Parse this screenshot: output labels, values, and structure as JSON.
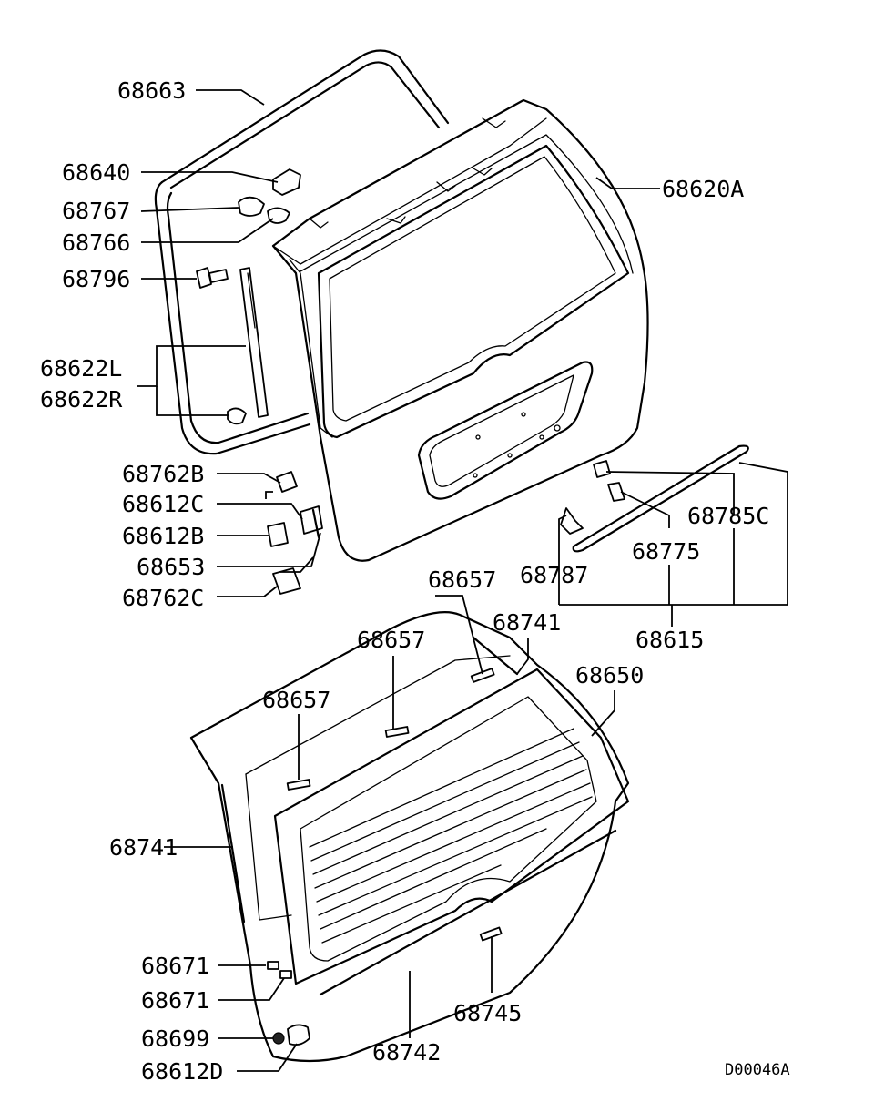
{
  "diagram_code": "D00046A",
  "parts": {
    "p68663": "68663",
    "p68640": "68640",
    "p68767": "68767",
    "p68766": "68766",
    "p68796": "68796",
    "p68622L": "68622L",
    "p68622R": "68622R",
    "p68620A": "68620A",
    "p68762B": "68762B",
    "p68612C": "68612C",
    "p68612B": "68612B",
    "p68653": "68653",
    "p68762C": "68762C",
    "p68785C": "68785C",
    "p68775": "68775",
    "p68787": "68787",
    "p68615": "68615",
    "p68657a": "68657",
    "p68657b": "68657",
    "p68657c": "68657",
    "p68741a": "68741",
    "p68741b": "68741",
    "p68650": "68650",
    "p68671a": "68671",
    "p68671b": "68671",
    "p68699": "68699",
    "p68612D": "68612D",
    "p68742": "68742",
    "p68745": "68745"
  }
}
